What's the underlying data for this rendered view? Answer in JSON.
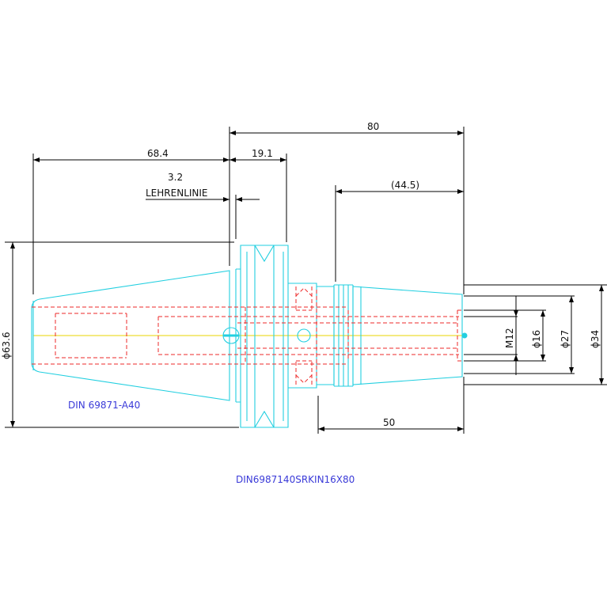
{
  "dimensions": {
    "overall_length": "80",
    "taper_length": "68.4",
    "flange_width": "19.1",
    "gauge_offset": "3.2",
    "gauge_line_label": "LEHRENLINIE",
    "projection_length": "(44.5)",
    "clamp_length": "50",
    "flange_diameter": "ϕ63.6",
    "thread": "M12",
    "bore_diameter": "ϕ16",
    "nose_diameter": "ϕ27",
    "body_diameter": "ϕ34"
  },
  "labels": {
    "standard": "DIN 69871-A40",
    "part_number": "DIN6987140SRKIN16X80"
  },
  "colors": {
    "outline": "#22cfe0",
    "hidden": "#ee2a2a",
    "axis": "#e8d400",
    "dimension": "#000000",
    "annotation": "#3a3ad8"
  }
}
